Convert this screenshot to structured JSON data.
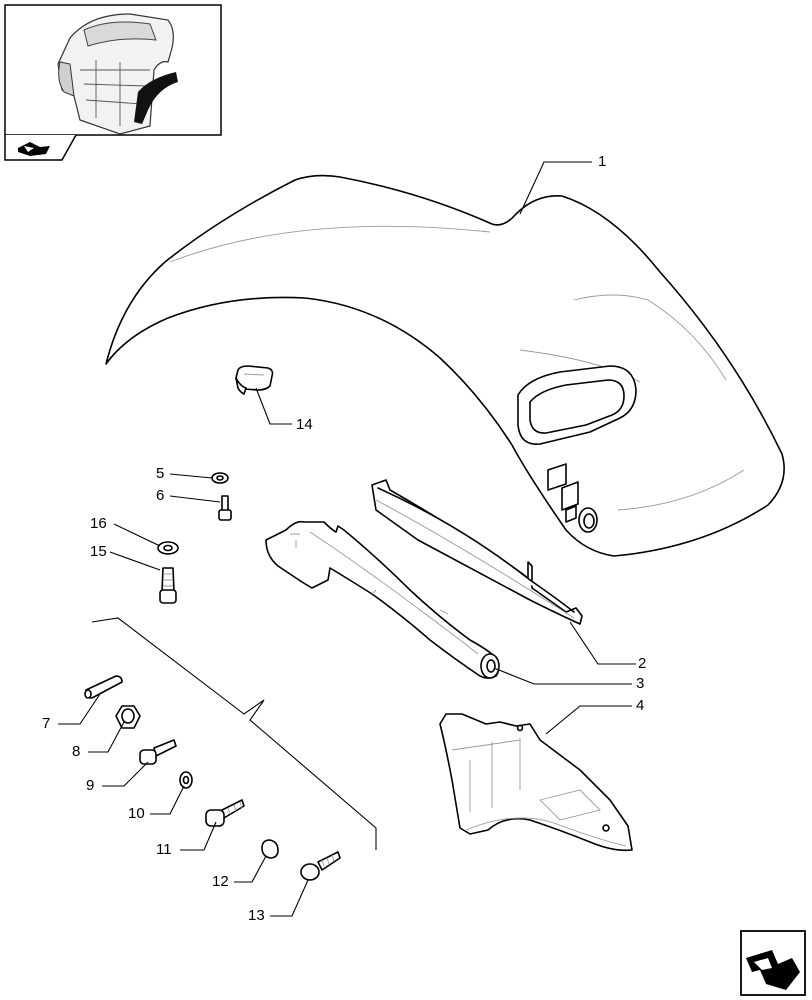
{
  "diagram": {
    "callouts": [
      "1",
      "2",
      "3",
      "4",
      "5",
      "6",
      "7",
      "8",
      "9",
      "10",
      "11",
      "12",
      "13",
      "14",
      "15",
      "16"
    ]
  },
  "thumbnail": {
    "icon": "tractor-cab-thumbnail",
    "badge_icon": "book-arrow-icon"
  },
  "navigation": {
    "icon": "next-page-arrow-icon"
  }
}
